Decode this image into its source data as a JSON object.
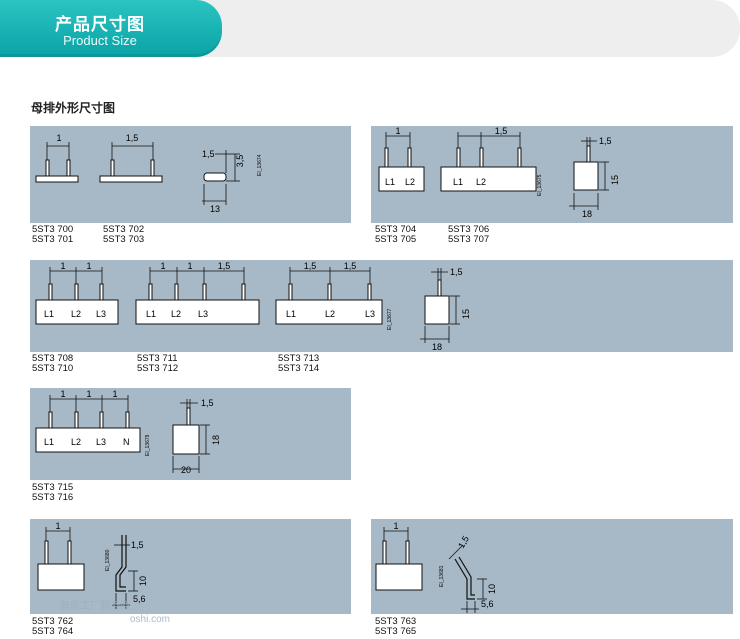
{
  "header": {
    "title_cn": "产品尺寸图",
    "title_en": "Product Size"
  },
  "section": {
    "title": "母排外形尺寸图"
  },
  "panels": {
    "p1": {
      "dims": [
        "1",
        "1,5",
        "1,5",
        "3,5",
        "13"
      ],
      "code": "EI_13674",
      "captions": [
        [
          "5ST3 700",
          "5ST3 701"
        ],
        [
          "5ST3 702",
          "5ST3 703"
        ]
      ]
    },
    "p2": {
      "dims": [
        "1",
        "1,5",
        "1,5",
        "15",
        "18"
      ],
      "labels": [
        "L1",
        "L2",
        "L1",
        "L2"
      ],
      "code": "EI_13675",
      "captions": [
        [
          "5ST3 704",
          "5ST3 705"
        ],
        [
          "5ST3 706",
          "5ST3 707"
        ]
      ]
    },
    "p3": {
      "dims": [
        "1",
        "1",
        "1",
        "1",
        "1,5",
        "1,5",
        "1,5",
        "1,5",
        "15",
        "18"
      ],
      "labels": [
        "L1",
        "L2",
        "L3",
        "L1",
        "L2",
        "L3",
        "L1",
        "L2",
        "L3"
      ],
      "code": "EI_13677",
      "captions": [
        [
          "5ST3 708",
          "5ST3 710"
        ],
        [
          "5ST3 711",
          "5ST3 712"
        ],
        [
          "5ST3 713",
          "5ST3 714"
        ]
      ]
    },
    "p4": {
      "dims": [
        "1",
        "1",
        "1",
        "1,5",
        "18",
        "20"
      ],
      "labels": [
        "L1",
        "L2",
        "L3",
        "N"
      ],
      "code": "EI_13679",
      "captions": [
        [
          "5ST3 715",
          "5ST3 716"
        ]
      ]
    },
    "p5": {
      "dims": [
        "1",
        "1,5",
        "10",
        "5,6"
      ],
      "code": "EI_13680",
      "captions": [
        [
          "5ST3 762",
          "5ST3 764"
        ]
      ]
    },
    "p6": {
      "dims": [
        "1",
        "1,5",
        "10",
        "5,6"
      ],
      "code": "EI_13681",
      "captions": [
        [
          "5ST3 763",
          "5ST3 765"
        ]
      ]
    }
  },
  "watermark": {
    "brand": "智能工厂服务商",
    "domain": "oshi.com"
  },
  "colors": {
    "teal": "#0aa3a6",
    "panel": "#a7b8c6",
    "header_bg": "#eeeeee"
  }
}
